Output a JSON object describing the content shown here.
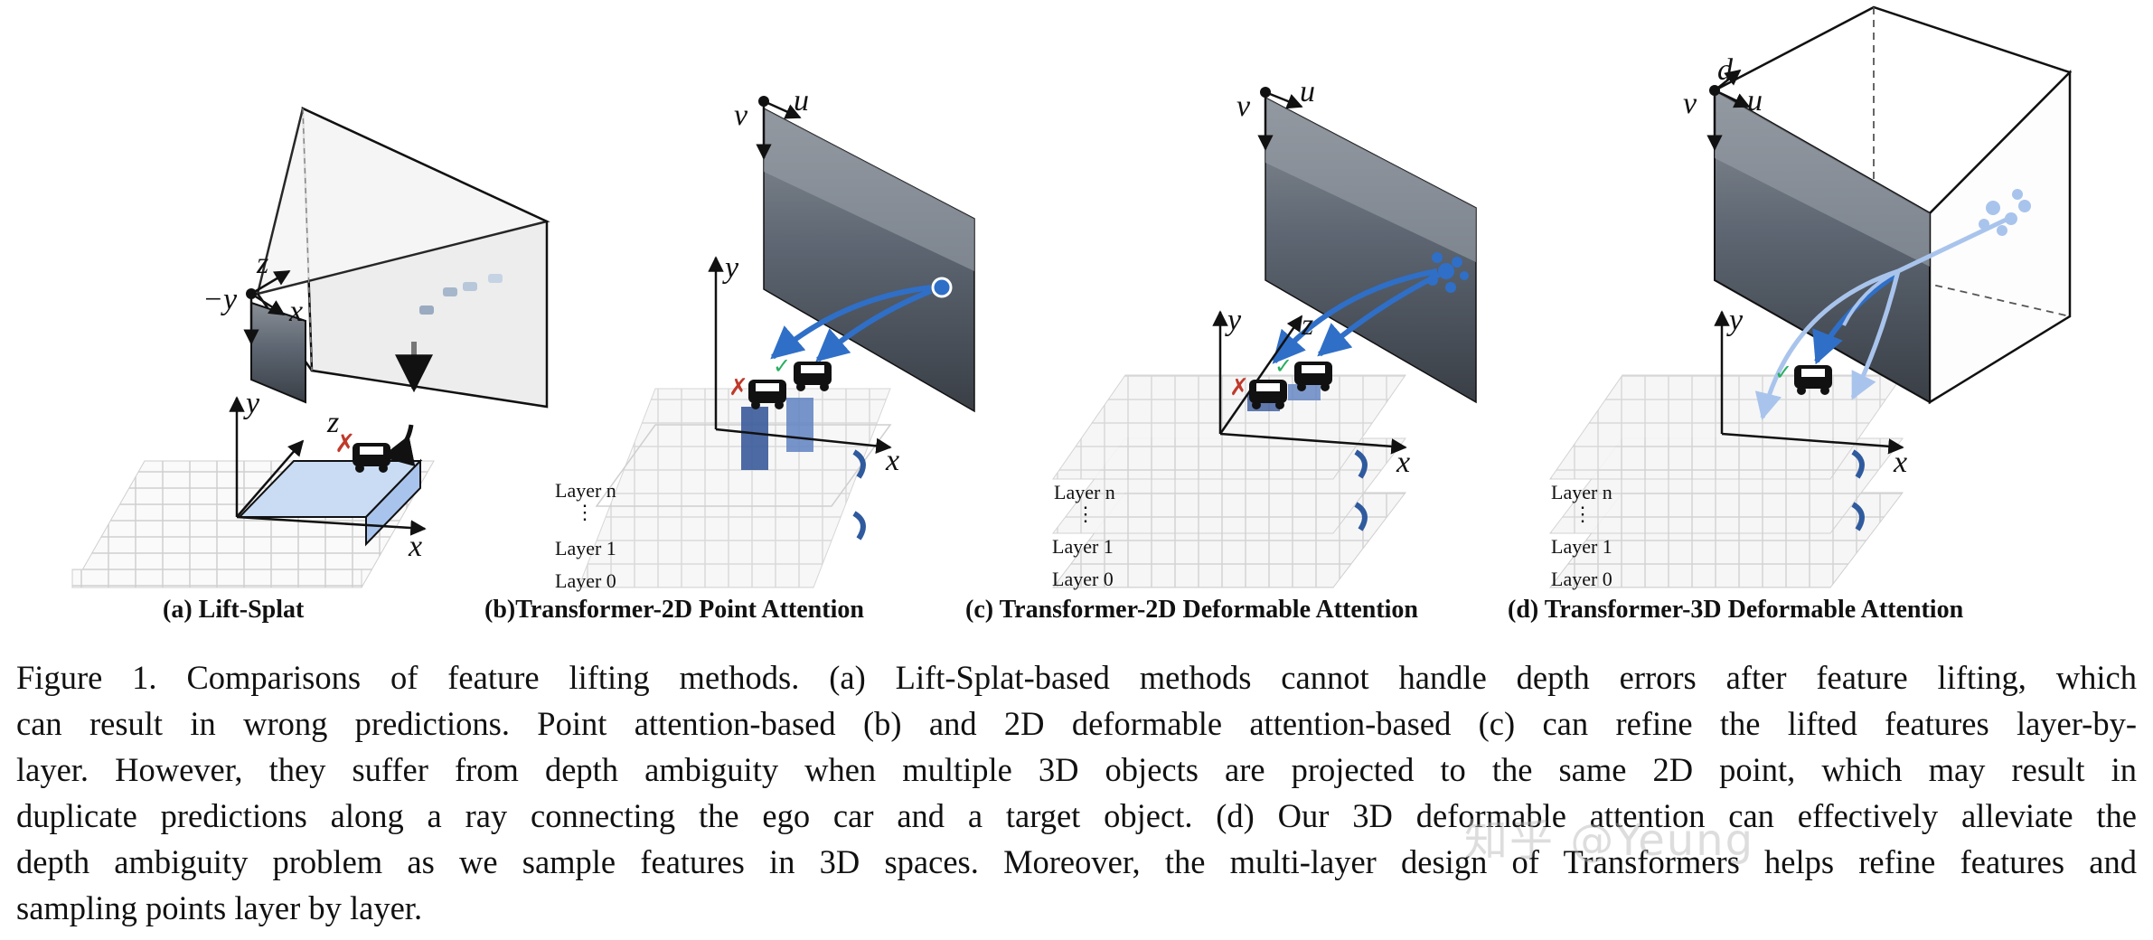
{
  "figure": {
    "panels": [
      {
        "id": "a",
        "label": "(a) Lift-Splat",
        "axes": {
          "neg_y": "−y",
          "z": "z",
          "x": "x",
          "y": "y",
          "z2": "z",
          "x2": "x"
        }
      },
      {
        "id": "b",
        "label": "(b)Transformer-2D Point Attention",
        "axes": {
          "v": "v",
          "u": "u",
          "y": "y",
          "x": "x"
        },
        "layers": [
          "Layer n",
          "Layer 1",
          "Layer 0"
        ]
      },
      {
        "id": "c",
        "label": "(c) Transformer-2D Deformable Attention",
        "axes": {
          "v": "v",
          "u": "u",
          "y": "y",
          "z": "z",
          "x": "x"
        },
        "layers": [
          "Layer n",
          "Layer 1",
          "Layer 0"
        ]
      },
      {
        "id": "d",
        "label": "(d) Transformer-3D Deformable Attention",
        "axes": {
          "d": "d",
          "v": "v",
          "u": "u",
          "y": "y",
          "x": "x"
        },
        "layers": [
          "Layer n",
          "Layer 1",
          "Layer 0"
        ]
      }
    ],
    "marks": {
      "wrong": "✗",
      "right": "✓"
    }
  },
  "caption": {
    "lines": [
      "Figure 1. Comparisons of feature lifting methods.  (a) Lift-Splat-based methods cannot handle depth errors after feature lifting, which",
      "can result in wrong predictions.  Point attention-based (b) and 2D deformable attention-based (c) can refine the lifted features layer-by-",
      "layer.  However, they suffer from depth ambiguity when multiple 3D objects are projected to the same 2D point, which may result in",
      "duplicate predictions along a ray connecting the ego car and a target object.  (d) Our 3D deformable attention can effectively alleviate the",
      "depth ambiguity problem as we sample features in 3D spaces.  Moreover, the multi-layer design of Transformers helps refine features and",
      "sampling points layer by layer."
    ]
  },
  "watermark": "知乎 @Yeung",
  "colors": {
    "blue": "#2f6fc7",
    "lightblue": "#a9c4ec",
    "grid": "#d8d8d8",
    "photo": "#5a6370",
    "wrong": "#c0392b",
    "right": "#27ae60"
  }
}
